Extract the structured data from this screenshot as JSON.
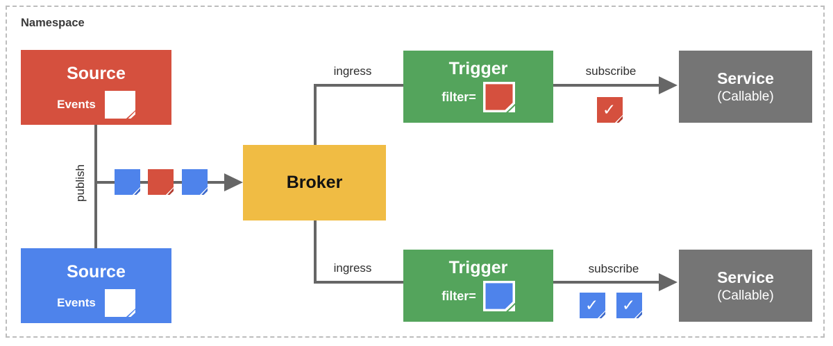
{
  "namespace": {
    "label": "Namespace"
  },
  "colors": {
    "red": "#D5503E",
    "red_fold": "#B23B2E",
    "blue": "#4E83EB",
    "blue_fold": "#3A67C9",
    "green": "#54A45C",
    "yellow": "#F0BC44",
    "gray": "#757575",
    "white": "#FFFFFF",
    "white_fold": "#FFFFFF",
    "line": "#666666",
    "border_dash": "#BDBDBD"
  },
  "nodes": {
    "source_top": {
      "title": "Source",
      "events_label": "Events"
    },
    "source_bottom": {
      "title": "Source",
      "events_label": "Events"
    },
    "broker": {
      "title": "Broker"
    },
    "trigger_top": {
      "title": "Trigger",
      "filter_label": "filter="
    },
    "trigger_bottom": {
      "title": "Trigger",
      "filter_label": "filter="
    },
    "service_top": {
      "title": "Service",
      "subtitle": "(Callable)"
    },
    "service_bottom": {
      "title": "Service",
      "subtitle": "(Callable)"
    }
  },
  "edges": {
    "publish": {
      "label": "publish"
    },
    "ingress_top": {
      "label": "ingress"
    },
    "ingress_bottom": {
      "label": "ingress"
    },
    "subscribe_top": {
      "label": "subscribe"
    },
    "subscribe_bottom": {
      "label": "subscribe"
    }
  },
  "icons": {
    "check_glyph": "✓",
    "event_note": "note-icon",
    "filter_note": "bordered-note-icon",
    "check_note": "check-note-icon"
  }
}
